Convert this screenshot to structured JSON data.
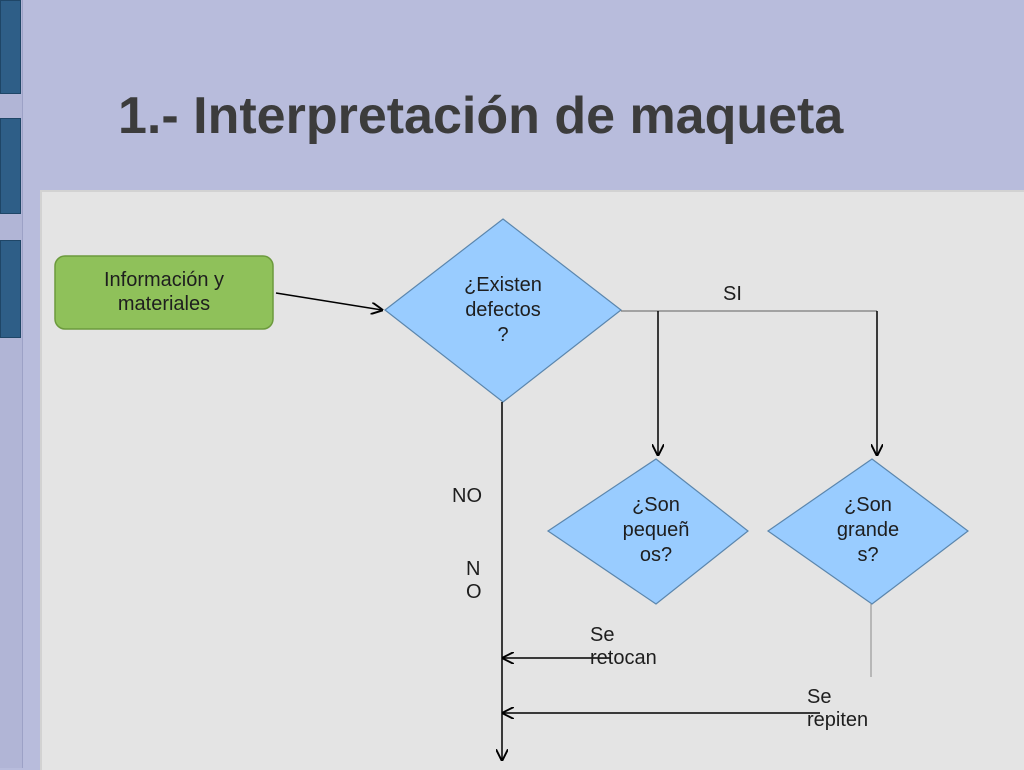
{
  "slide": {
    "title": "1.- Interpretación de maqueta"
  },
  "diagram": {
    "start_box": "Información y materiales",
    "decision_defects": "¿Existen\ndefectos\n?",
    "decision_small": "¿Son\npequeñ\nos?",
    "decision_large": "¿Son\ngrande\ns?",
    "label_yes": "SI",
    "label_no_1": "NO",
    "label_no_2": "N\nO",
    "label_retouch": "Se\nretocan",
    "label_repeat": "Se\nrepiten"
  },
  "colors": {
    "background": "#b8bcdc",
    "panel": "#e4e4e4",
    "box_fill": "#8fc15a",
    "diamond_fill": "#99ccff",
    "side_tab": "#2e5e87"
  }
}
